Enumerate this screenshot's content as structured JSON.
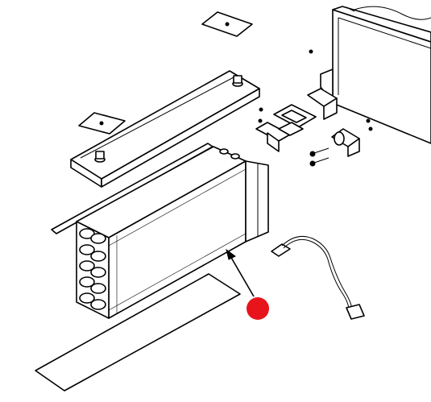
{
  "diagram": {
    "background": "#ffffff",
    "line_color": "#000000",
    "marker_color": "#e8141b",
    "parts": [
      "cabinet-wall",
      "cover-plate",
      "top-cover",
      "square-gasket",
      "foam-strip",
      "evaporator-coil",
      "bottom-pad",
      "mounting-bracket",
      "thermostat-probe-cable",
      "fasteners"
    ],
    "callout": {
      "target": "evaporator-coil",
      "icon": "red-dot-marker"
    }
  }
}
